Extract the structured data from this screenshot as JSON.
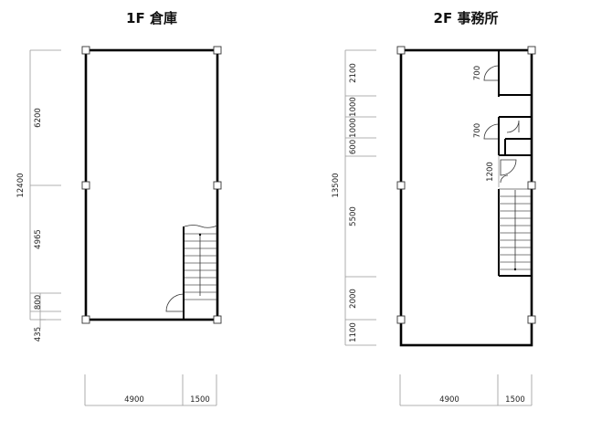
{
  "floors": [
    {
      "title": "1F 倉庫",
      "total_height_dim": "12400",
      "left_dims": [
        "6200",
        "4965",
        "800",
        "435"
      ],
      "bottom_dims": [
        "4900",
        "1500"
      ]
    },
    {
      "title": "2F 事務所",
      "total_height_dim": "13500",
      "left_dims": [
        "2100",
        "1000",
        "1000",
        "600",
        "5500",
        "2000",
        "1100"
      ],
      "door_dims": [
        "700",
        "700",
        "1200"
      ],
      "bottom_dims": [
        "4900",
        "1500"
      ]
    }
  ]
}
